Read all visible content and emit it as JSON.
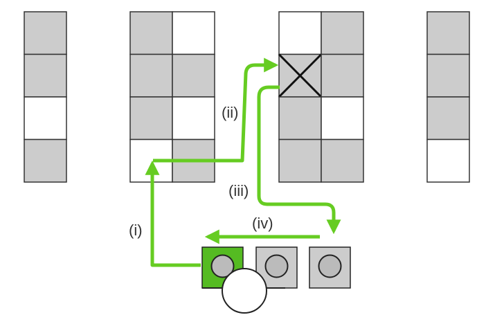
{
  "colors": {
    "cell_filled": "#cccccc",
    "cell_empty": "#ffffff",
    "cell_stroke": "#333333",
    "arrow": "#66cc22",
    "active_slot": "#55bb22",
    "slot_fill": "#cccccc",
    "ball_fill": "#bbbbbb",
    "head_fill": "#ffffff"
  },
  "columns": [
    {
      "id": "col-1",
      "cells": [
        [
          {
            "state": "filled"
          }
        ],
        [
          {
            "state": "filled"
          }
        ],
        [
          {
            "state": "empty"
          }
        ],
        [
          {
            "state": "filled"
          }
        ]
      ]
    },
    {
      "id": "col-2",
      "cells": [
        [
          {
            "state": "filled"
          },
          {
            "state": "empty"
          }
        ],
        [
          {
            "state": "filled"
          },
          {
            "state": "filled"
          }
        ],
        [
          {
            "state": "filled"
          },
          {
            "state": "empty"
          }
        ],
        [
          {
            "state": "empty"
          },
          {
            "state": "filled"
          }
        ]
      ]
    },
    {
      "id": "col-3",
      "cells": [
        [
          {
            "state": "empty"
          },
          {
            "state": "filled"
          }
        ],
        [
          {
            "state": "crossed"
          },
          {
            "state": "filled"
          }
        ],
        [
          {
            "state": "filled"
          },
          {
            "state": "empty"
          }
        ],
        [
          {
            "state": "filled"
          },
          {
            "state": "filled"
          }
        ]
      ]
    },
    {
      "id": "col-4",
      "cells": [
        [
          {
            "state": "filled"
          }
        ],
        [
          {
            "state": "filled"
          }
        ],
        [
          {
            "state": "filled"
          }
        ],
        [
          {
            "state": "empty"
          }
        ]
      ]
    }
  ],
  "steps": [
    {
      "id": "i",
      "label": "(i)"
    },
    {
      "id": "ii",
      "label": "(ii)"
    },
    {
      "id": "iii",
      "label": "(iii)"
    },
    {
      "id": "iv",
      "label": "(iv)"
    }
  ],
  "slots": [
    {
      "id": "slot-1",
      "active": true
    },
    {
      "id": "slot-2",
      "active": false
    },
    {
      "id": "slot-3",
      "active": false
    }
  ]
}
